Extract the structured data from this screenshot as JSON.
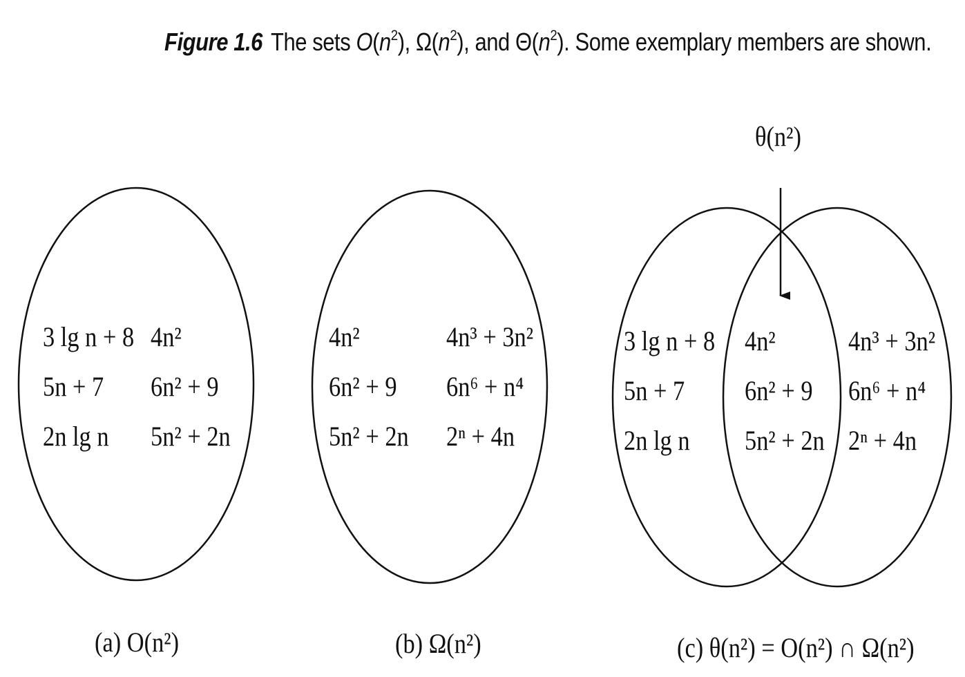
{
  "figure": {
    "lead": "Figure 1.6",
    "text_a": "The sets ",
    "o": "O",
    "omega": "Ω",
    "theta": "Θ",
    "n": "n",
    "two": "2",
    "lparen": "(",
    "rparen_comma": "), ",
    "and": "), and ",
    "tail": "). Some exemplary members are shown."
  },
  "set_o": {
    "items": [
      "3 lg n + 8",
      "5n + 7",
      "2n lg n",
      "4n²",
      "6n² + 9",
      "5n² + 2n"
    ],
    "caption": "(a) O(n²)"
  },
  "set_omega": {
    "items": [
      "4n²",
      "6n² + 9",
      "5n² + 2n",
      "4n³ + 3n²",
      "6n⁶ + n⁴",
      "2ⁿ + 4n"
    ],
    "caption": "(b) Ω(n²)"
  },
  "set_theta": {
    "pointer_label": "θ(n²)",
    "left_items": [
      "3 lg n + 8",
      "5n + 7",
      "2n lg n"
    ],
    "middle_items": [
      "4n²",
      "6n² + 9",
      "5n² + 2n"
    ],
    "right_items": [
      "4n³ + 3n²",
      "6n⁶ + n⁴",
      "2ⁿ + 4n"
    ],
    "caption": "(c) θ(n²) = O(n²) ∩ Ω(n²)"
  }
}
